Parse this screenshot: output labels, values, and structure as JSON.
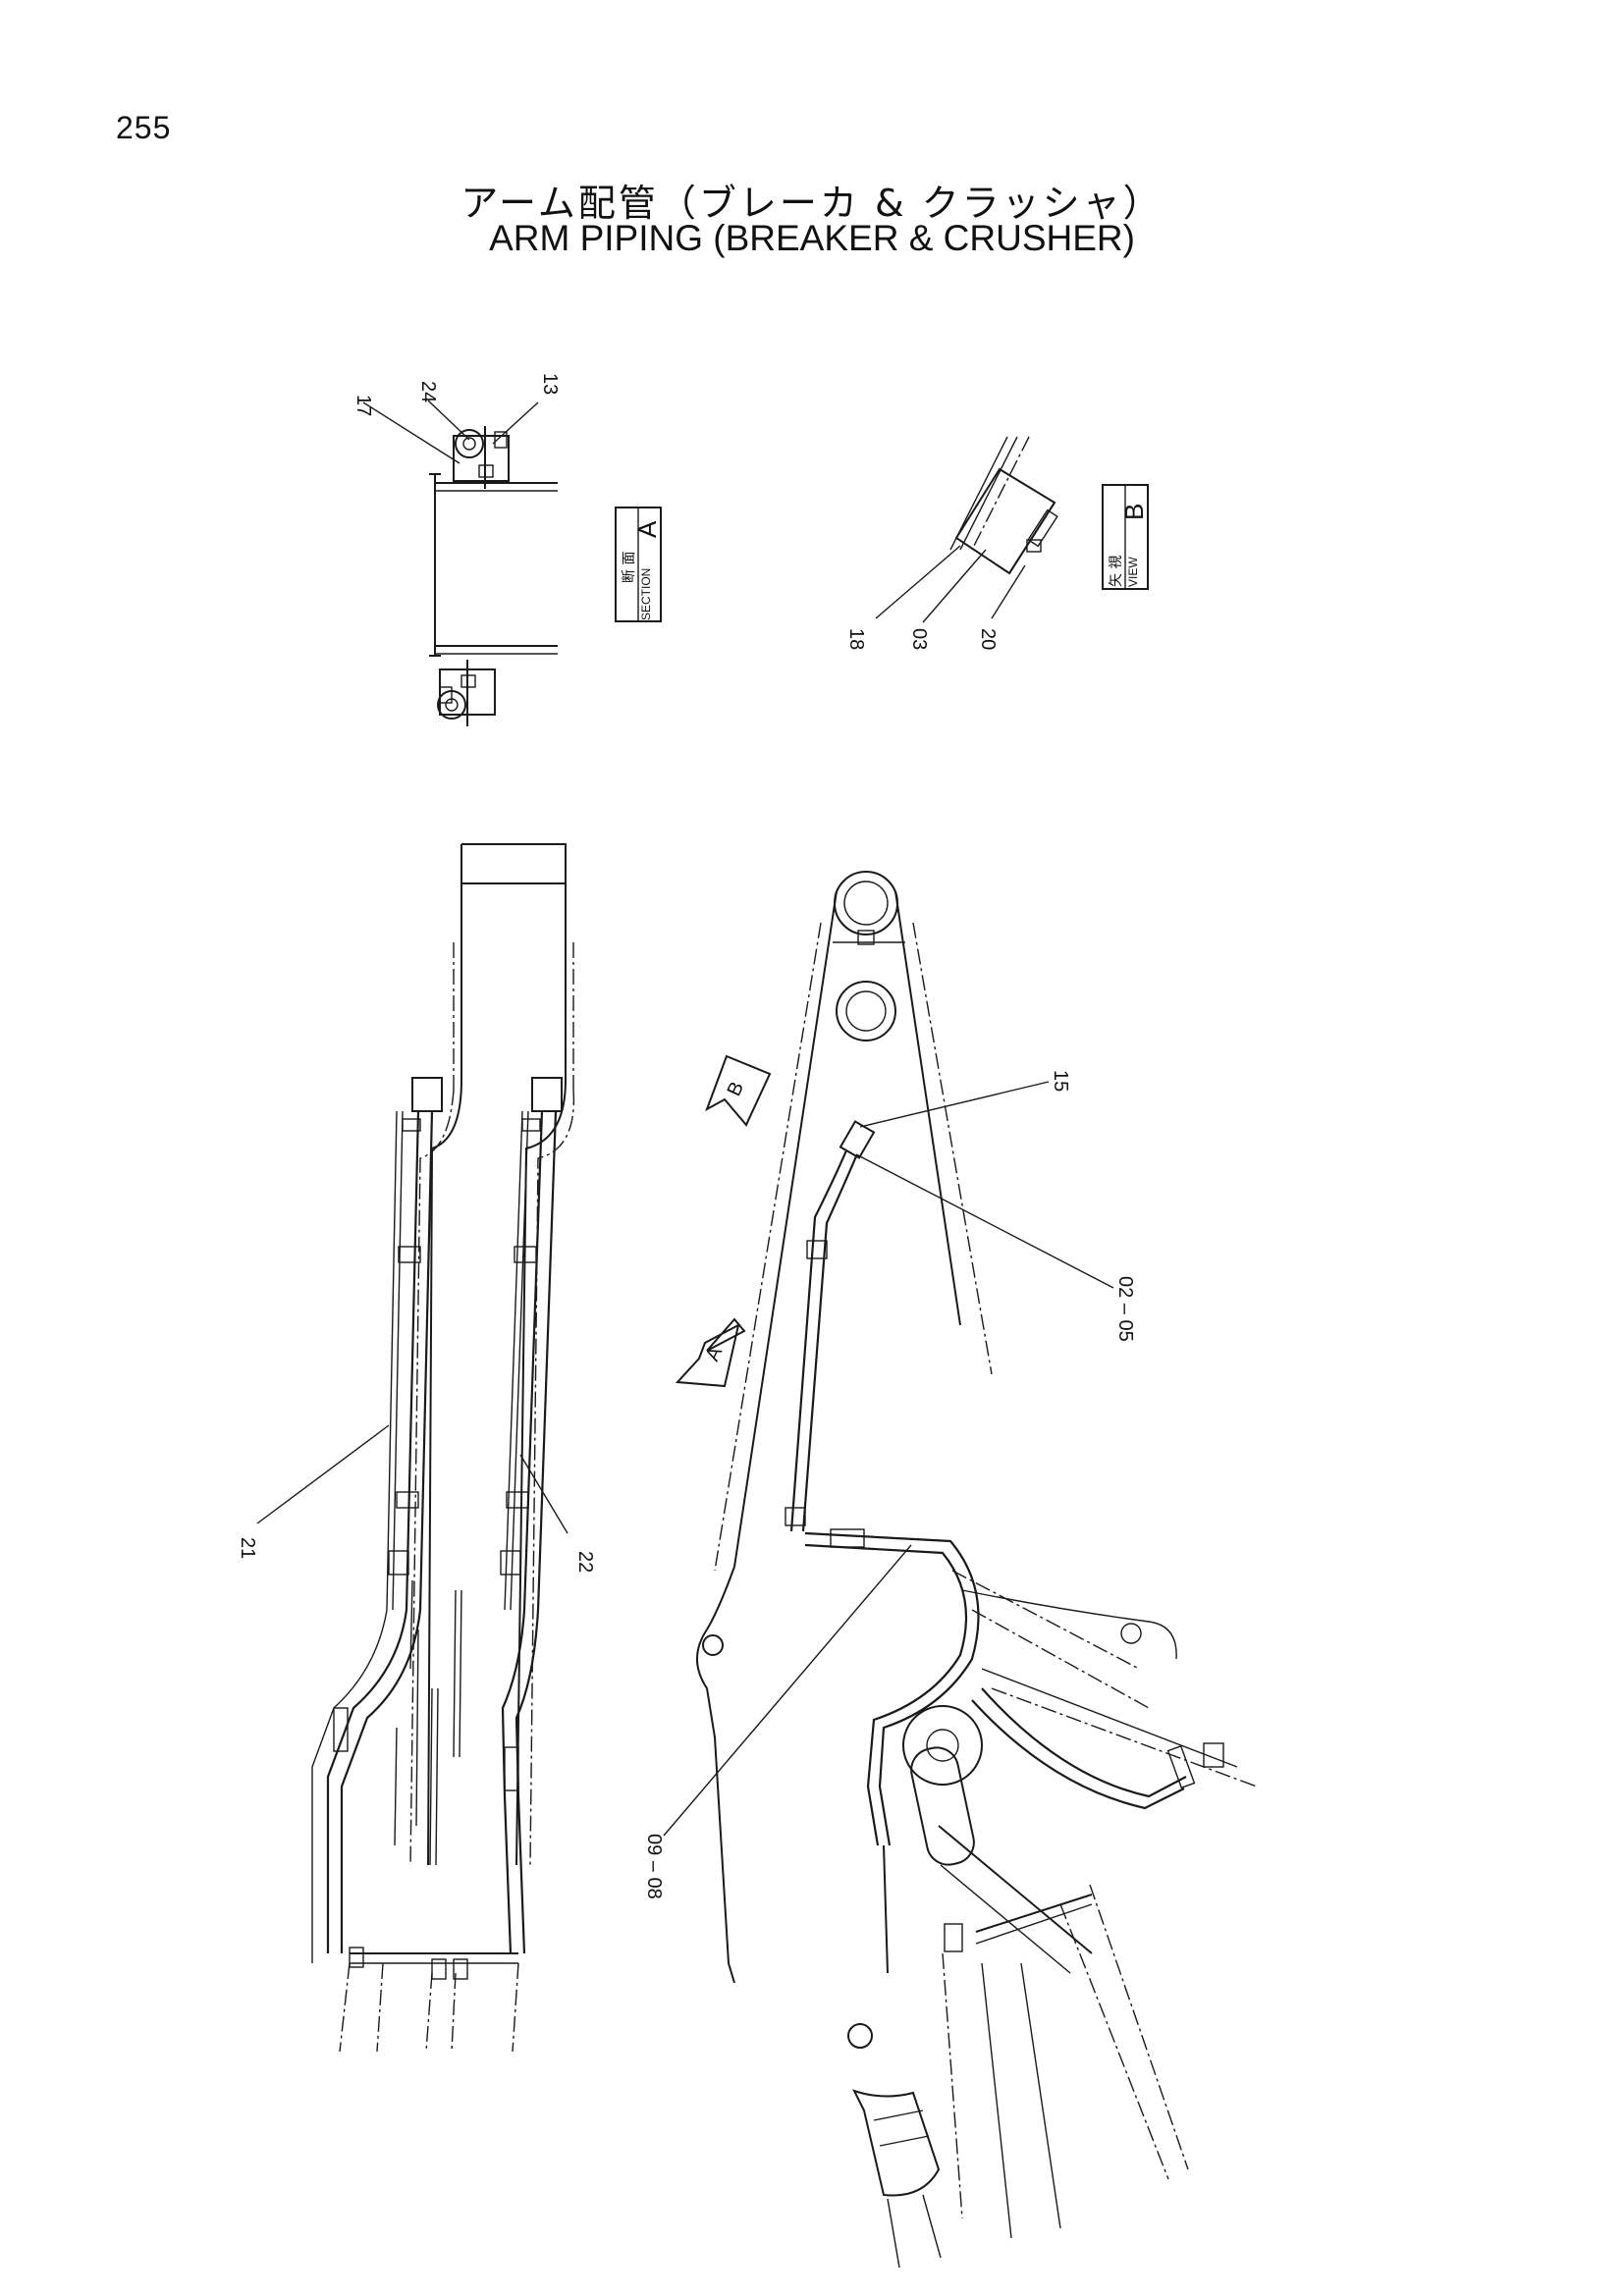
{
  "page": {
    "number": "255",
    "title_jp": "アーム配管（ブレーカ & クラッシャ）",
    "title_en": "ARM PIPING (BREAKER & CRUSHER)"
  },
  "view_boxes": {
    "section": {
      "jp": "断 面",
      "en": "SECTION",
      "letter": "A"
    },
    "view": {
      "jp": "矢 視",
      "en": "VIEW",
      "letter": "B"
    }
  },
  "arrows": {
    "a": "A",
    "b": "B"
  },
  "part_labels": {
    "p17": "17",
    "p24": "24",
    "p13": "13",
    "p18": "18",
    "p03": "03",
    "p20": "20",
    "p15": "15",
    "p02_05": "02 – 05",
    "p21": "21",
    "p22": "22",
    "p09_08": "09 – 08"
  }
}
